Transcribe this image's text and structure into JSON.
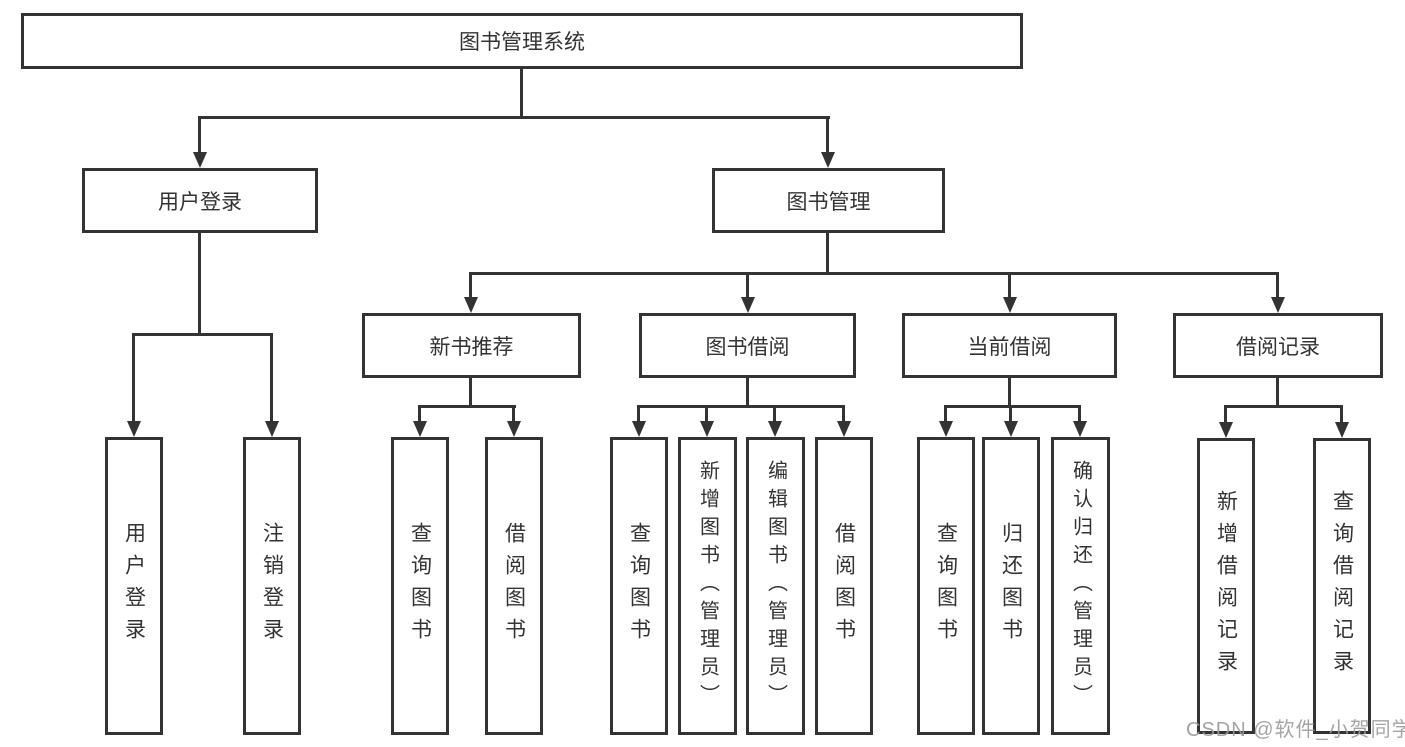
{
  "diagram_title": "图书管理系统",
  "tree": {
    "root": {
      "label": "图书管理系统"
    },
    "branches": [
      {
        "label": "用户登录",
        "children": [
          {
            "label": "用户登录"
          },
          {
            "label": "注销登录"
          }
        ]
      },
      {
        "label": "图书管理",
        "children": [
          {
            "label": "新书推荐",
            "children": [
              {
                "label": "查询图书"
              },
              {
                "label": "借阅图书"
              }
            ]
          },
          {
            "label": "图书借阅",
            "children": [
              {
                "label": "查询图书"
              },
              {
                "label": "新增图书（管理员）"
              },
              {
                "label": "编辑图书（管理员）"
              },
              {
                "label": "借阅图书"
              }
            ]
          },
          {
            "label": "当前借阅",
            "children": [
              {
                "label": "查询图书"
              },
              {
                "label": "归还图书"
              },
              {
                "label": "确认归还（管理员）"
              }
            ]
          },
          {
            "label": "借阅记录",
            "children": [
              {
                "label": "新增借阅记录"
              },
              {
                "label": "查询借阅记录"
              }
            ]
          }
        ]
      }
    ]
  },
  "watermark": {
    "text": "CSDN @软件_小贺同学"
  },
  "colors": {
    "line": "#333333",
    "box_border": "#333333",
    "text": "#333333",
    "watermark": "#9b9b9b",
    "background": "#ffffff"
  }
}
